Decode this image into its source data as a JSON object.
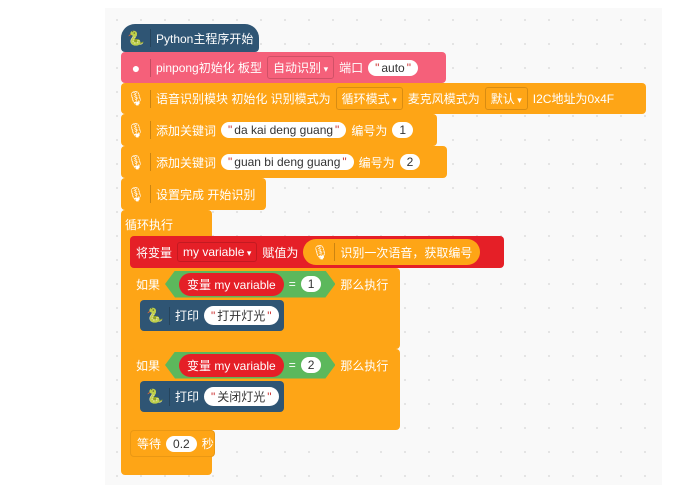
{
  "hat": {
    "label": "Python主程序开始",
    "icon": "python-icon"
  },
  "pinpong": {
    "label": "pinpong初始化 板型",
    "board": "自动识别",
    "port_label": "端口",
    "port": "auto"
  },
  "voice_init": {
    "label": "语音识别模块 初始化 识别模式为",
    "mode": "循环模式",
    "mic_label": "麦克风模式为",
    "mic": "默认",
    "i2c": "I2C地址为0x4F"
  },
  "keywords": [
    {
      "label": "添加关键词",
      "text": "da kai deng guang",
      "id_label": "编号为",
      "id": "1"
    },
    {
      "label": "添加关键词",
      "text": "guan bi deng guang",
      "id_label": "编号为",
      "id": "2"
    }
  ],
  "setup_done": "设置完成 开始识别",
  "loop": {
    "label": "循环执行"
  },
  "set_var": {
    "label": "将变量",
    "var": "my variable",
    "assign": "赋值为",
    "reporter": "识别一次语音，获取编号"
  },
  "ifs": [
    {
      "if": "如果",
      "var_label": "变量 my variable",
      "eq": "=",
      "value": "1",
      "then": "那么执行",
      "print": "打印",
      "text": "打开灯光"
    },
    {
      "if": "如果",
      "var_label": "变量 my variable",
      "eq": "=",
      "value": "2",
      "then": "那么执行",
      "print": "打印",
      "text": "关闭灯光"
    }
  ],
  "wait": {
    "label": "等待",
    "value": "0.2",
    "unit": "秒"
  }
}
